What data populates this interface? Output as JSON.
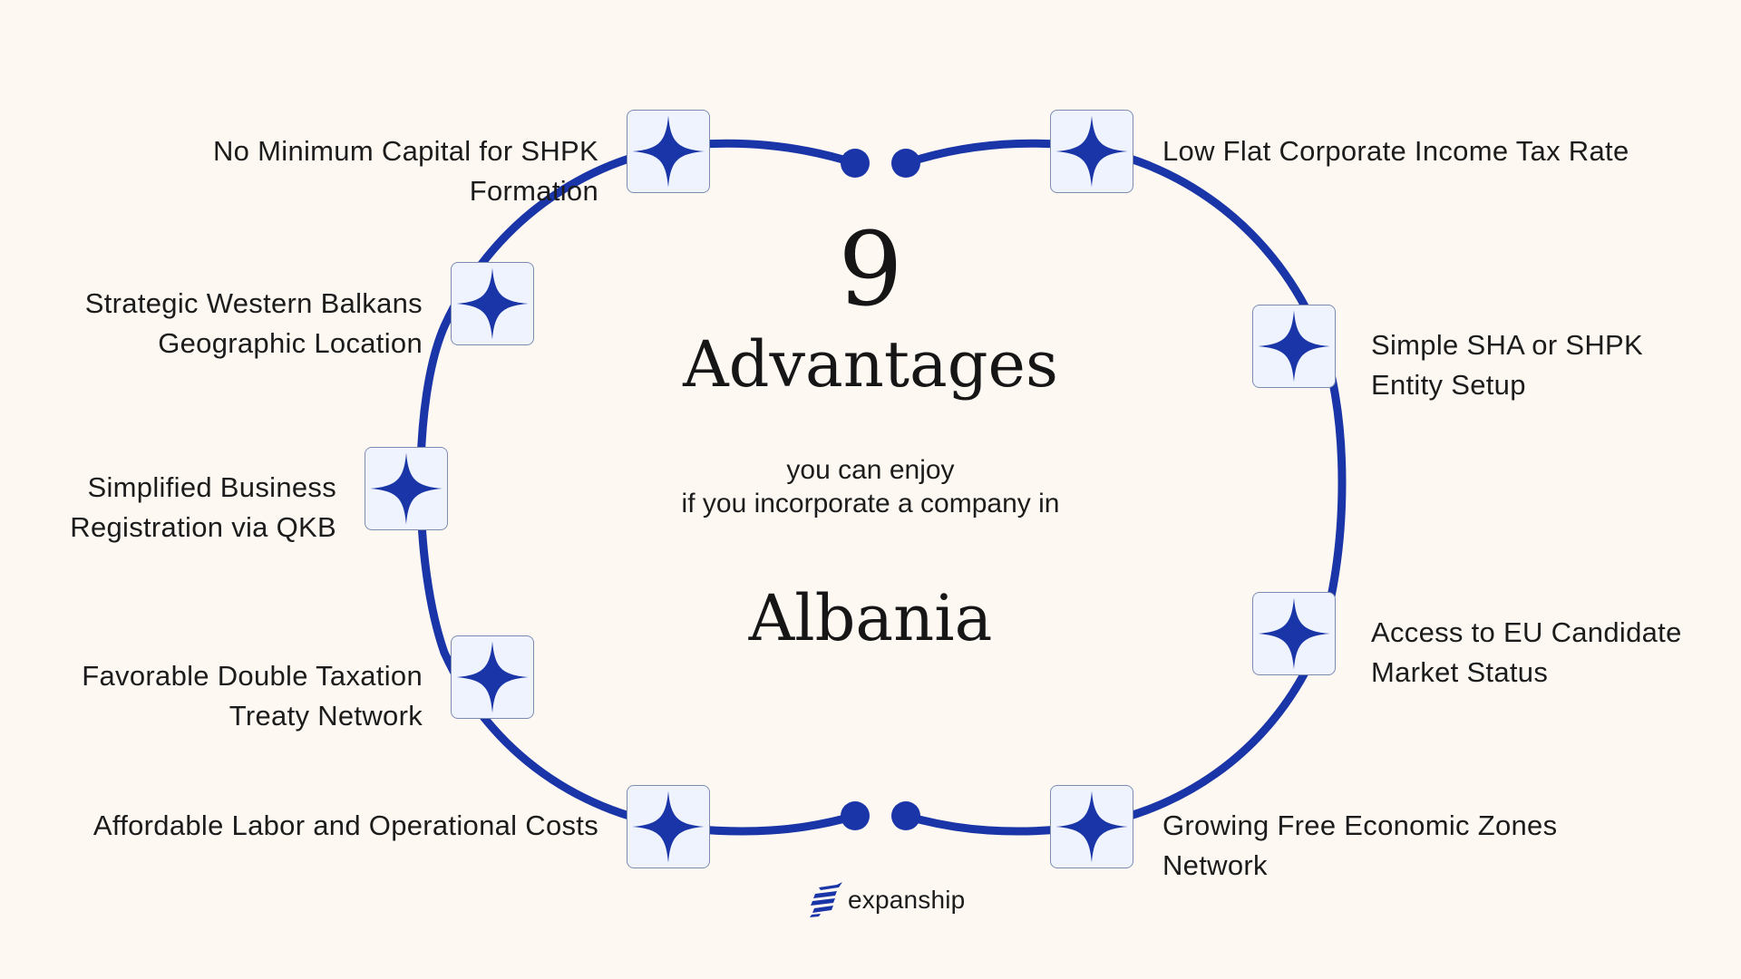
{
  "center": {
    "number": "9",
    "heading": "Advantages",
    "subtitle_line1": "you can enjoy",
    "subtitle_line2": "if you incorporate a company in",
    "country": "Albania"
  },
  "advantages": [
    {
      "lines": [
        "No Minimum Capital for SHPK",
        "Formation"
      ],
      "icon": "sparkle-star-icon"
    },
    {
      "lines": [
        "Low Flat Corporate Income Tax Rate"
      ],
      "icon": "sparkle-star-icon"
    },
    {
      "lines": [
        "Strategic Western Balkans",
        "Geographic Location"
      ],
      "icon": "sparkle-star-icon"
    },
    {
      "lines": [
        "Simple SHA or SHPK",
        "Entity Setup"
      ],
      "icon": "sparkle-star-icon"
    },
    {
      "lines": [
        "Simplified Business",
        "Registration via QKB"
      ],
      "icon": "sparkle-star-icon"
    },
    {
      "lines": [
        "Access to EU Candidate",
        "Market Status"
      ],
      "icon": "sparkle-star-icon"
    },
    {
      "lines": [
        "Favorable Double Taxation",
        "Treaty Network"
      ],
      "icon": "sparkle-star-icon"
    },
    {
      "lines": [
        "Growing Free Economic Zones",
        "Network"
      ],
      "icon": "sparkle-star-icon"
    },
    {
      "lines": [
        "Affordable Labor and Operational Costs"
      ],
      "icon": "sparkle-star-icon"
    }
  ],
  "brand": {
    "name": "expanship",
    "logo_icon": "stacked-arrows-logo-icon"
  },
  "colors": {
    "background": "#fdf9f2",
    "accent": "#1a35a8",
    "box_fill": "#eef3fd",
    "text": "#1c1c1c"
  }
}
